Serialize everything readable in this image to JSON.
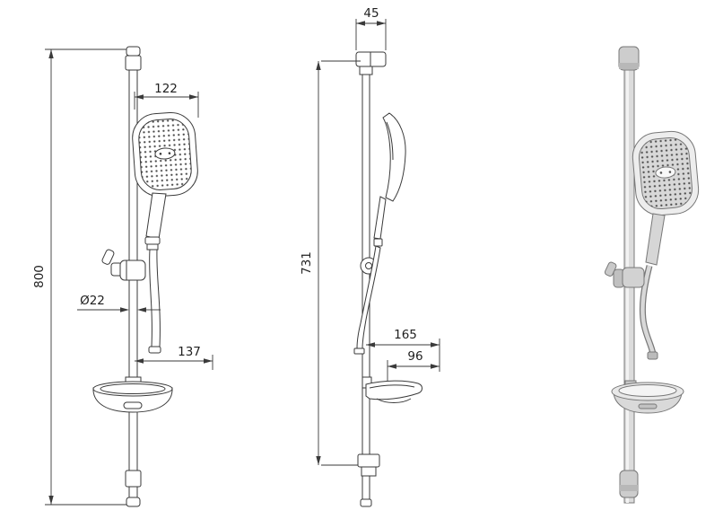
{
  "front_view": {
    "dim_head_width": "122",
    "dim_overall_height": "800",
    "dim_bar_diameter": "Ø22",
    "dim_soap_dish_width": "137"
  },
  "side_view": {
    "dim_bracket_depth": "45",
    "dim_rail_length": "731",
    "dim_dish_depth": "165",
    "dim_dish_inner_depth": "96"
  },
  "colors": {
    "line": "#3a3a3a",
    "background": "#ffffff",
    "render_body": "#dcdcdc",
    "render_dark": "#b8b8b8"
  }
}
